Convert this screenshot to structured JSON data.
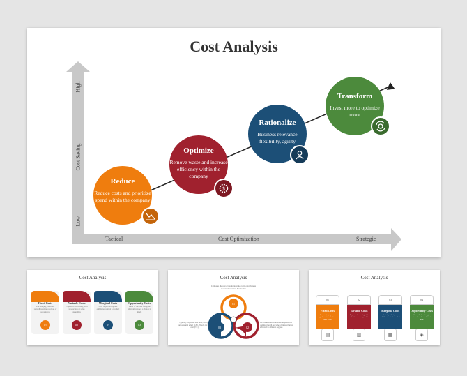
{
  "main": {
    "title": "Cost Analysis",
    "y_axis": {
      "high": "High",
      "label": "Cost Saving",
      "low": "Low"
    },
    "x_axis": {
      "left": "Tactical",
      "mid": "Cost Optimization",
      "right": "Strategic"
    },
    "stages": [
      {
        "title": "Reduce",
        "desc": "Reduce costs and prioritize spend within the company",
        "color": "#ef7d0e",
        "icon": "chart-decline-icon"
      },
      {
        "title": "Optimize",
        "desc": "Remove waste and increase efficiency within the company",
        "color": "#a0212e",
        "icon": "gear-dollar-icon"
      },
      {
        "title": "Rationalize",
        "desc": "Business relevance flexibility, agility",
        "color": "#1c4f77",
        "icon": "business-person-icon"
      },
      {
        "title": "Transform",
        "desc": "Invest more to optimize more",
        "color": "#4c8a3c",
        "icon": "transform-gear-icon"
      }
    ]
  },
  "thumbs": {
    "t1": {
      "title": "Cost Analysis",
      "cards": [
        {
          "label": "Fixed Costs",
          "text": "Unchanging expenses regardless of production or sales levels",
          "num": "01",
          "color": "#ef7d0e"
        },
        {
          "label": "Variable Costs",
          "text": "Expenses fluctuating with production or sales quantities",
          "num": "02",
          "color": "#a0212e"
        },
        {
          "label": "Marginal Costs",
          "text": "Cost of producing one additional unit of a product",
          "num": "03",
          "color": "#1c4f77"
        },
        {
          "label": "Opportunity Costs",
          "text": "Value of the best foregone alternative when a choice is made",
          "num": "04",
          "color": "#4c8a3c"
        }
      ]
    },
    "t2": {
      "title": "Cost Analysis",
      "top_text": "Compares the cost of production/sales to its effectiveness measured in natural health units",
      "left_text": "Typically expressed as a ratio, Cost per outcome/unit effect (C/E), Effects per unit cost (E/C)",
      "right_text": "CEA is used when alternatives produce a common health outcome of interest but are achieved to different degrees",
      "n1": "01",
      "n2": "02",
      "n3": "03",
      "c1": "#ef7d0e",
      "c2": "#a0212e",
      "c3": "#1c4f77"
    },
    "t3": {
      "title": "Cost Analysis",
      "cards": [
        {
          "num": "01",
          "label": "Fixed Costs",
          "text": "Unchanging expenses regardless of production or sales levels",
          "color": "#ef7d0e"
        },
        {
          "num": "02",
          "label": "Variable Costs",
          "text": "Expenses fluctuating with production or sales quantities",
          "color": "#a0212e"
        },
        {
          "num": "03",
          "label": "Marginal Costs",
          "text": "Cost of producing one additional unit of a product",
          "color": "#1c4f77"
        },
        {
          "num": "04",
          "label": "Opportunity Costs",
          "text": "Value of the best foregone alternative when a choice is made",
          "color": "#4c8a3c"
        }
      ]
    }
  }
}
